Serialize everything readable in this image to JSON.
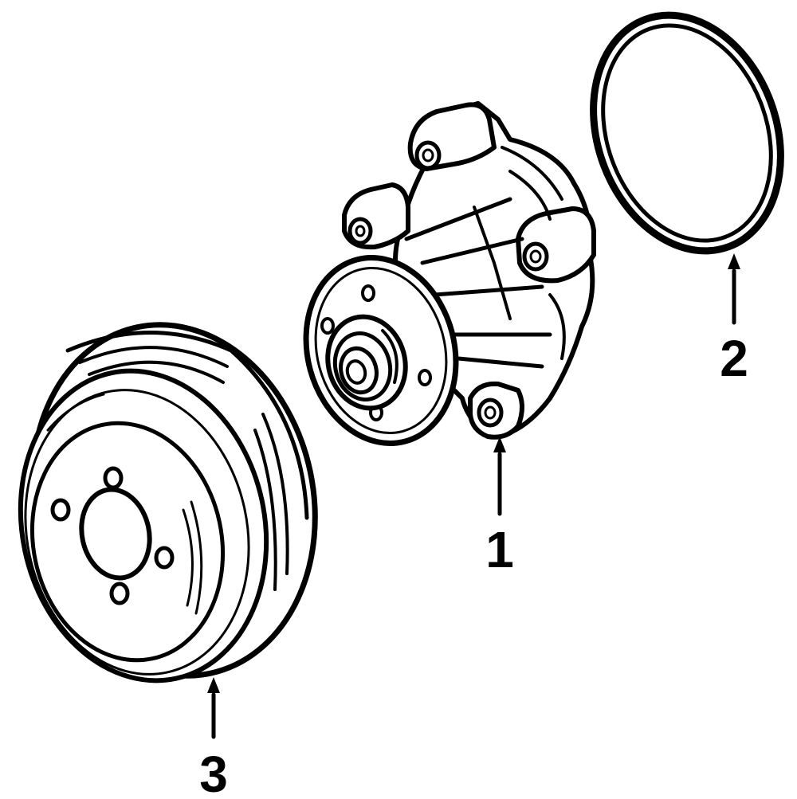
{
  "callouts": [
    {
      "number": "1",
      "part": "water-pump"
    },
    {
      "number": "2",
      "part": "gasket"
    },
    {
      "number": "3",
      "part": "pulley"
    }
  ],
  "colors": {
    "ink": "#000000",
    "background": "#ffffff"
  }
}
